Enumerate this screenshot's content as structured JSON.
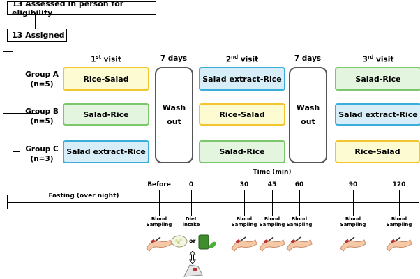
{
  "flow": {
    "assessed": "13 Assessed in person for eligibility",
    "assigned": "13 Assigned"
  },
  "groups": [
    {
      "name": "Group A",
      "n": "(n=5)"
    },
    {
      "name": "Group B",
      "n": "(n=5)"
    },
    {
      "name": "Group C",
      "n": "(n=3)"
    }
  ],
  "visits": [
    {
      "num": "1",
      "sup": "st",
      "rest": " visit"
    },
    {
      "num": "2",
      "sup": "nd",
      "rest": " visit"
    },
    {
      "num": "3",
      "sup": "rd",
      "rest": " visit"
    }
  ],
  "washout": {
    "days": "7 days",
    "line1": "Wash",
    "line2": "out"
  },
  "conditions": {
    "visit1": [
      "Rice-Salad",
      "Salad-Rice",
      "Salad extract-Rice"
    ],
    "visit2": [
      "Salad extract-Rice",
      "Rice-Salad",
      "Salad-Rice"
    ],
    "visit3": [
      "Salad-Rice",
      "Salad extract-Rice",
      "Rice-Salad"
    ]
  },
  "timeline": {
    "axis_title": "Time (min)",
    "fasting": "Fasting (over night)",
    "ticks": [
      "Before",
      "0",
      "30",
      "45",
      "60",
      "90",
      "120"
    ],
    "blood_line1": "Blood",
    "blood_line2": "Sampling",
    "diet_line1": "Diet",
    "diet_line2": "intake",
    "or_text": "or"
  },
  "colors": {
    "rice_salad": "#f3c62f",
    "salad_rice": "#7cc76b",
    "salad_extract_rice": "#3aaed8",
    "washout_border": "#555555"
  }
}
